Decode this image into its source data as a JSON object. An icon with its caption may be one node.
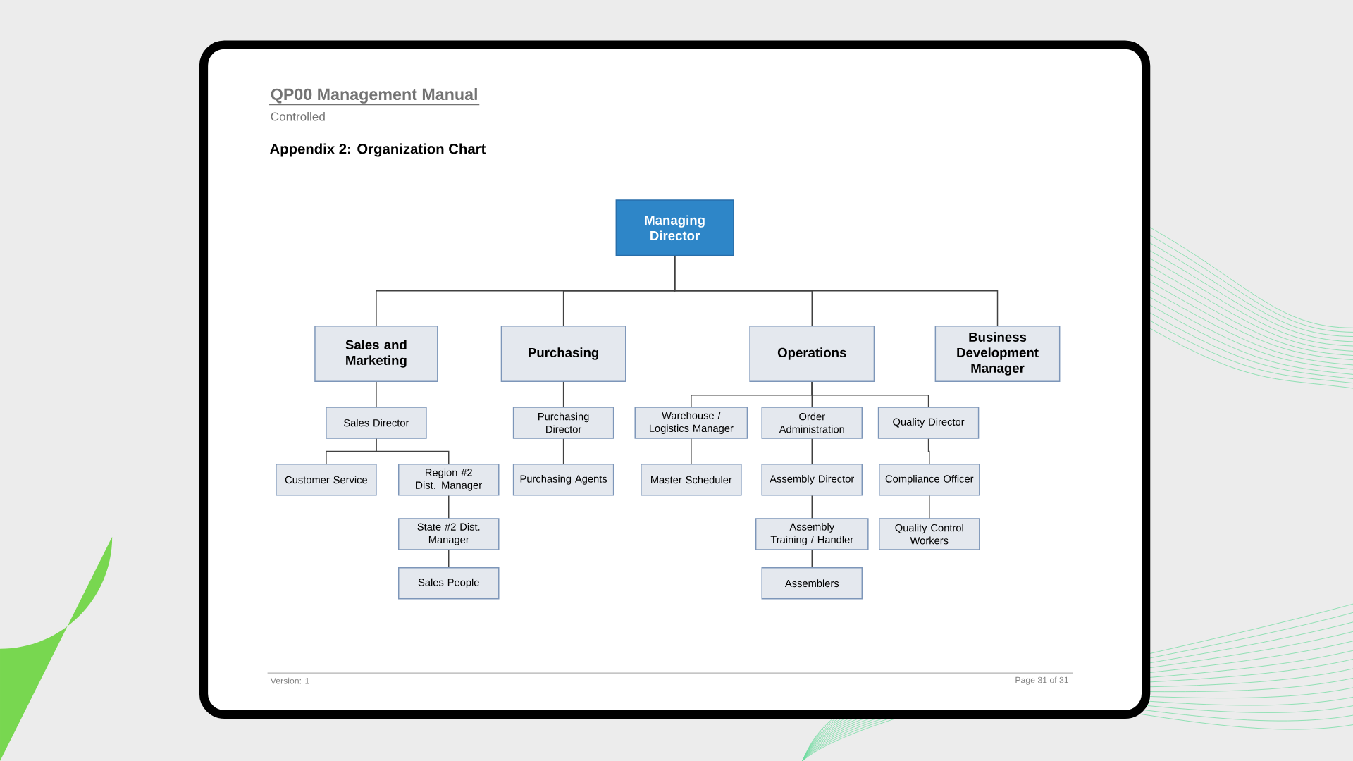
{
  "diagram": {
    "title": "Appendix 2: Organization Chart",
    "nodes": [
      {
        "text": [
          "Managing Director"
        ]
      },
      {
        "text": [
          "Sales and Marketing"
        ]
      },
      {
        "text": [
          "Purchasing"
        ]
      },
      {
        "text": [
          "Operations"
        ]
      },
      {
        "text": [
          "Business Development Manager"
        ]
      },
      {
        "text": [
          "Sales Director"
        ]
      },
      {
        "text": [
          "Customer Service"
        ]
      },
      {
        "text": [
          "Region #2 Dist. Manager"
        ]
      },
      {
        "text": [
          "State #2 Dist. Manager"
        ]
      },
      {
        "text": [
          "Sales People"
        ]
      },
      {
        "text": [
          "Purchasing Director"
        ]
      },
      {
        "text": [
          "Purchasing Agents"
        ]
      },
      {
        "text": [
          "Warehouse / Logistics Manager"
        ]
      },
      {
        "text": [
          "Order Administration"
        ]
      },
      {
        "text": [
          "Quality Director"
        ]
      },
      {
        "text": [
          "Master Scheduler"
        ]
      },
      {
        "text": [
          "Assembly Director"
        ]
      },
      {
        "text": [
          "Assembly Training / Handler"
        ]
      },
      {
        "text": [
          "Assemblers"
        ]
      },
      {
        "text": [
          "Compliance Officer"
        ]
      },
      {
        "text": [
          "Quality Control Workers"
        ]
      }
    ],
    "edges": [
      {
        "from": 0,
        "to": 1,
        "arrow": "none"
      },
      {
        "from": 0,
        "to": 2,
        "arrow": "none"
      },
      {
        "from": 0,
        "to": 3,
        "arrow": "none"
      },
      {
        "from": 0,
        "to": 4,
        "arrow": "none"
      },
      {
        "from": 1,
        "to": 5,
        "arrow": "none"
      },
      {
        "from": 5,
        "to": 6,
        "arrow": "none"
      },
      {
        "from": 5,
        "to": 7,
        "arrow": "none"
      },
      {
        "from": 7,
        "to": 8,
        "arrow": "none"
      },
      {
        "from": 8,
        "to": 9,
        "arrow": "none"
      },
      {
        "from": 2,
        "to": 10,
        "arrow": "none"
      },
      {
        "from": 10,
        "to": 11,
        "arrow": "none"
      },
      {
        "from": 3,
        "to": 12,
        "arrow": "none"
      },
      {
        "from": 3,
        "to": 13,
        "arrow": "none"
      },
      {
        "from": 3,
        "to": 14,
        "arrow": "none"
      },
      {
        "from": 12,
        "to": 15,
        "arrow": "none"
      },
      {
        "from": 13,
        "to": 16,
        "arrow": "none"
      },
      {
        "from": 16,
        "to": 17,
        "arrow": "none"
      },
      {
        "from": 17,
        "to": 18,
        "arrow": "none"
      },
      {
        "from": 14,
        "to": 19,
        "arrow": "none"
      },
      {
        "from": 19,
        "to": 20,
        "arrow": "none"
      }
    ],
    "labels": [
      "QP00 Management Manual",
      "Controlled",
      "Version: 1",
      "Page 31 of 31"
    ]
  }
}
